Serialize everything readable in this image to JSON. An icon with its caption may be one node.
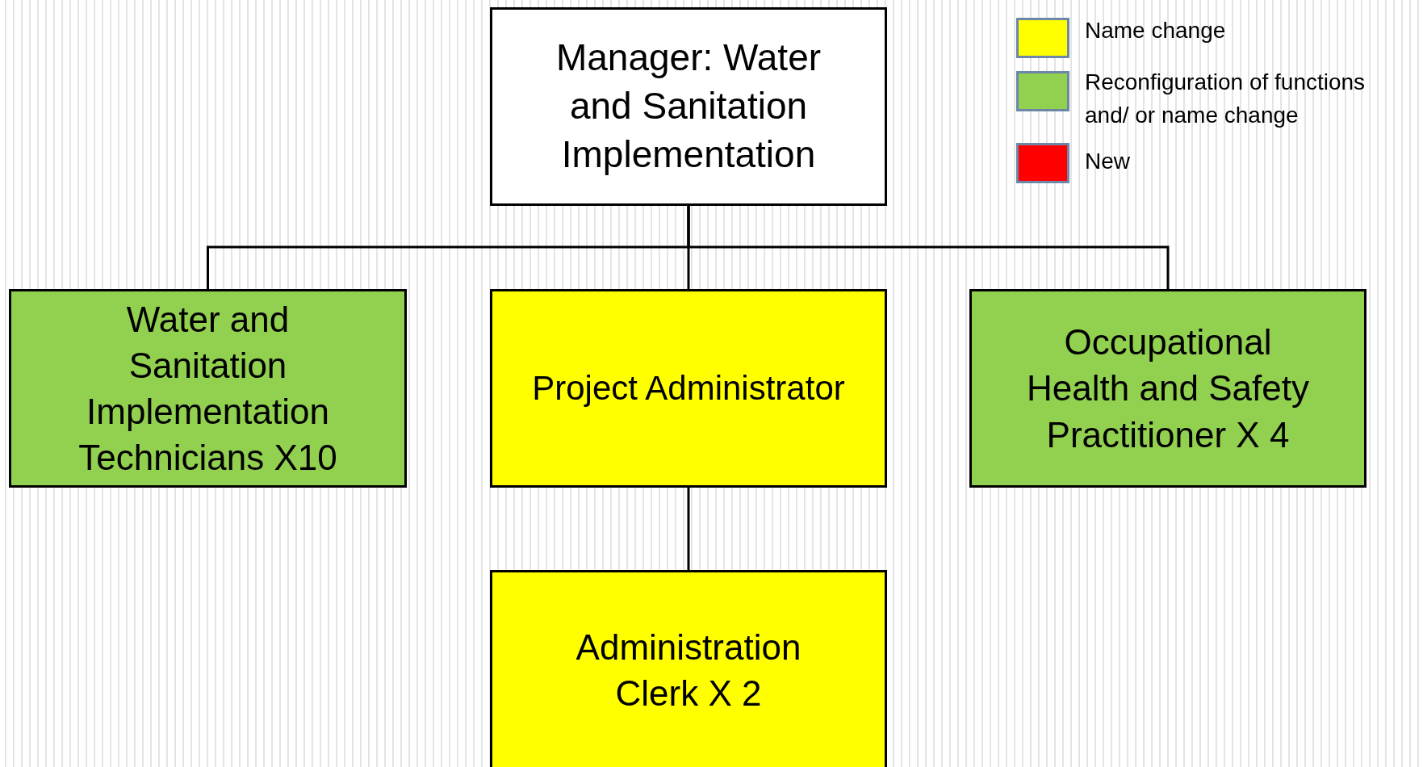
{
  "diagram": {
    "nodes": [
      {
        "text": [
          "Manager:  Water and Sanitation Implementation"
        ]
      },
      {
        "text": [
          "Water and Sanitation Implementation Technicians X10"
        ]
      },
      {
        "text": [
          "Project Administrator"
        ]
      },
      {
        "text": [
          "Occupational Health and Safety Practitioner X 4"
        ]
      },
      {
        "text": [
          "Administration Clerk X 2"
        ]
      }
    ],
    "edges": [
      {
        "from": 0,
        "to": 1,
        "arrow": "none"
      },
      {
        "from": 0,
        "to": 2,
        "arrow": "none"
      },
      {
        "from": 0,
        "to": 3,
        "arrow": "none"
      },
      {
        "from": 2,
        "to": 4,
        "arrow": "none"
      }
    ],
    "legend": [
      {
        "text": "Name change",
        "color": "#ffff00"
      },
      {
        "text": "Reconfiguration of functions and/ or name change",
        "color": "#92d050"
      },
      {
        "text": "New",
        "color": "#ff0000"
      }
    ]
  }
}
